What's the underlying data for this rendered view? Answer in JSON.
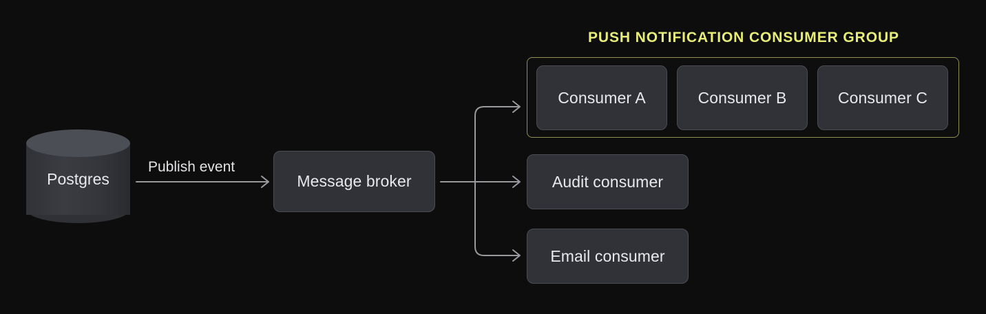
{
  "diagram": {
    "background_color": "#0d0d0d",
    "source": {
      "label": "Postgres",
      "shape": "cylinder"
    },
    "edges": [
      {
        "label": "Publish event",
        "from": "Postgres",
        "to": "Message broker"
      }
    ],
    "broker": {
      "label": "Message broker"
    },
    "consumer_group": {
      "title": "PUSH NOTIFICATION CONSUMER GROUP",
      "title_color": "#e8ed7a",
      "border_color": "#8f9150",
      "members": [
        {
          "label": "Consumer A"
        },
        {
          "label": "Consumer B"
        },
        {
          "label": "Consumer C"
        }
      ]
    },
    "standalone_consumers": [
      {
        "label": "Audit consumer"
      },
      {
        "label": "Email consumer"
      }
    ],
    "colors": {
      "node_fill": "#303237",
      "node_border": "#4a4d53",
      "node_text": "#e9e9ec",
      "edge_stroke": "#9a9a9e",
      "cylinder_top": "#4b4e55",
      "cylinder_body": "#34363b"
    }
  }
}
